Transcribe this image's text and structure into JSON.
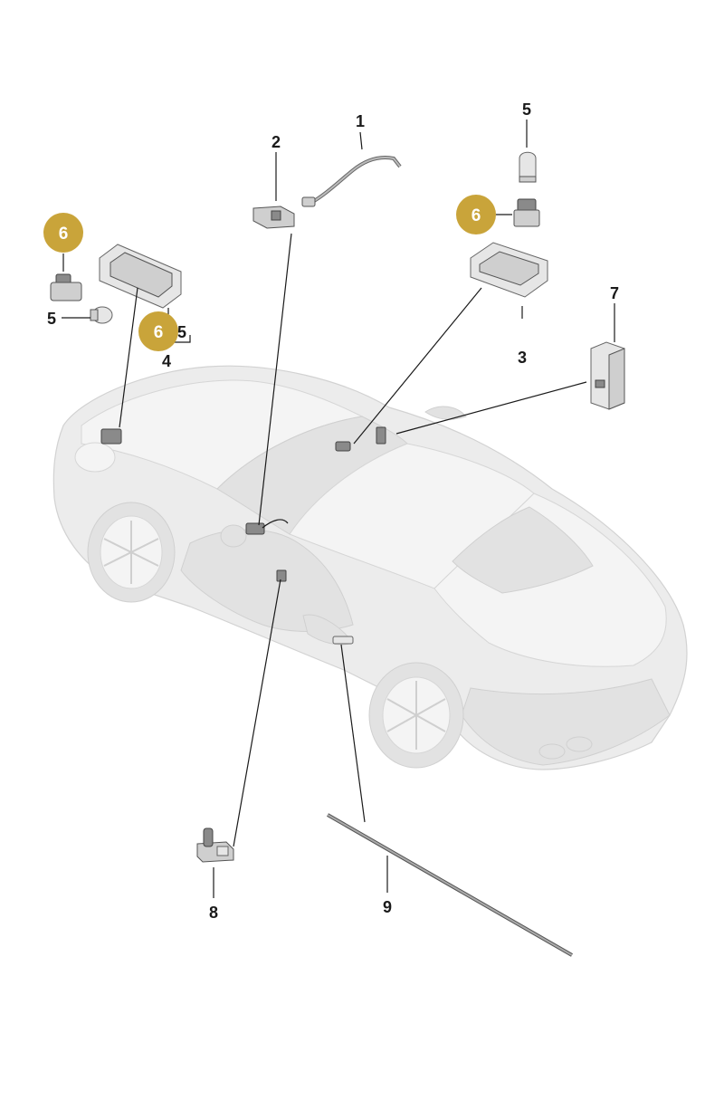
{
  "diagram": {
    "callouts": [
      {
        "id": "callout-1",
        "label": "1"
      },
      {
        "id": "callout-2",
        "label": "2"
      },
      {
        "id": "callout-3",
        "label": "3"
      },
      {
        "id": "callout-4",
        "label": "4"
      },
      {
        "id": "callout-5a",
        "label": "5"
      },
      {
        "id": "callout-5b",
        "label": "5"
      },
      {
        "id": "callout-5c",
        "label": "5"
      },
      {
        "id": "callout-7",
        "label": "7"
      },
      {
        "id": "callout-8",
        "label": "8"
      },
      {
        "id": "callout-9",
        "label": "9"
      }
    ],
    "badges": [
      {
        "id": "badge-6a",
        "label": "6"
      },
      {
        "id": "badge-6b",
        "label": "6"
      },
      {
        "id": "badge-6c",
        "label": "6"
      }
    ],
    "colors": {
      "badge_fill": "#c9a43a",
      "line": "#1a1a1a",
      "car": "#ececec"
    }
  }
}
